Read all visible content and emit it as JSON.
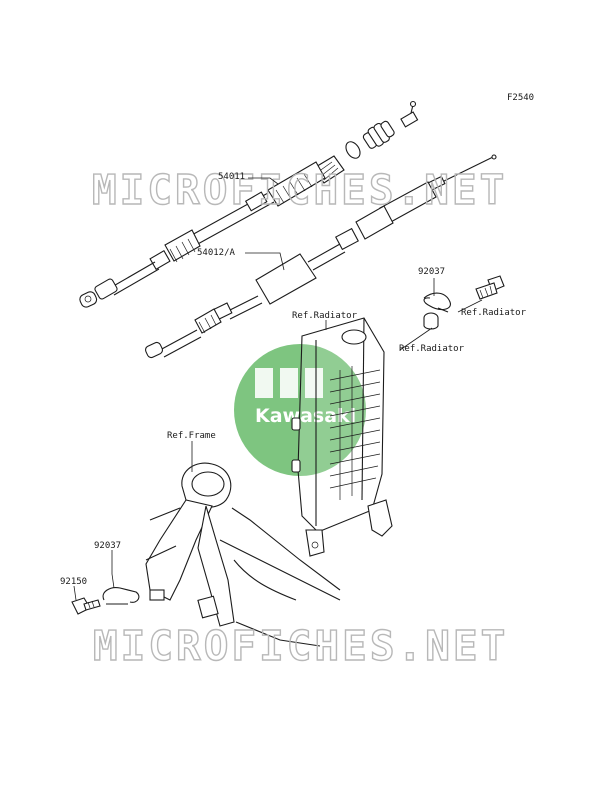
{
  "figure_code": "F2540",
  "watermark": {
    "text": "MICROFICHES.NET",
    "color": "#b8b8b8"
  },
  "logo": {
    "text": "Kawasaki",
    "color": "#4caf50"
  },
  "callouts": {
    "part_54011": "54011",
    "part_54012a": "54012/A",
    "part_92037_top": "92037",
    "ref_radiator_right": "Ref.Radiator",
    "ref_radiator_upper": "Ref.Radiator",
    "ref_radiator_lower": "Ref.Radiator",
    "ref_frame": "Ref.Frame",
    "part_92037_bottom": "92037",
    "part_92150": "92150"
  }
}
